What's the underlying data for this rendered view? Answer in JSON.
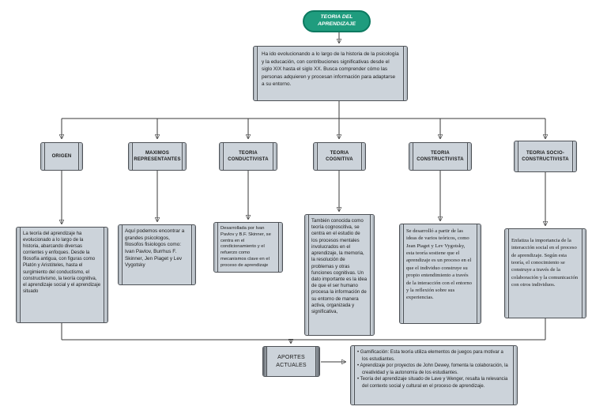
{
  "root": {
    "title": "TEORIA DEL APRENDIZAJE"
  },
  "overview": {
    "text": "Ha ido evolucionando a lo largo de la historia de la psicología y la educación, con contribuciones significativas desde el siglo XIX hasta el siglo XX. Busca comprender cómo las personas adquieren y procesan información para adaptarse a su entorno."
  },
  "branches": [
    {
      "label": "ORIGEN",
      "description": "La teoría del aprendizaje ha evolucionado a lo largo de la historia, abarcando diversas corrientes y enfoques. Desde la filosofía antigua, con figuras como Platón y Aristóteles, hasta el surgimiento del conductismo, el constructivismo, la teoría cognitiva, el aprendizaje social y el aprendizaje situado"
    },
    {
      "label": "MAXIMOS REPRESENTANTES",
      "description": "Aquí podemos encontrar a grandes psicologos, filosofos fisiologos como: Ivan Pavlov, Burrhus F. Skinner, Jen Piaget y Lev Vygotsky"
    },
    {
      "label": "TEORIA CONDUCTIVISTA",
      "description": "Desarrollada por Ivan Pavlov y B.F. Skinner, se centra en el condicionamiento y el refuerzo como mecanismos clave en el proceso de aprendizaje"
    },
    {
      "label": "TEORIA COGNITIVA",
      "description": "También conocida como teoría cognoscitiva, se centra en el estudio de los procesos mentales involucrados en el aprendizaje, la memoria, la resolución de problemas y otras funciones cognitivas. Un dato importante es la idea de que el ser humano procesa la información de su entorno de manera activa, organizada y significativa,"
    },
    {
      "label": "TEORIA CONSTRUCTIVISTA",
      "description": "Se desarrolló a partir de las ideas de varios teóricos, como Jean Piaget y Lev Vygotsky, esta teoría sostiene que el aprendizaje es un proceso en el que el individuo construye su propio entendimiento a través de la interacción con el entorno y la reflexión sobre sus experiencias."
    },
    {
      "label": "TEORIA SOCIO-CONSTRUCTIVISTA",
      "description": "Enfatiza la importancia de la interacción social en el proceso de aprendizaje. Según esta teoría, el conocimiento se construye a través de la colaboración y la comunicación con otros individuos."
    }
  ],
  "aportes": {
    "label": "APORTES ACTUALES",
    "bullets": [
      "Gamificación: Esta teoría utiliza elementos de juegos para motivar a los estudiantes.",
      "Aprendizaje por proyectos de John Dewey, fomenta la colaboración, la creatividad y la autonomía de los estudiantes.",
      "Teoría del aprendizaje situado de Lave y Wenger, resalta la relevancia del contexto social y cultural en el proceso de aprendizaje."
    ]
  },
  "colors": {
    "root_fill": "#1f9c7e",
    "root_border": "#0d7a61",
    "box_fill": "#ccd3da",
    "box_border": "#4d5156",
    "line": "#3a3a3a"
  }
}
